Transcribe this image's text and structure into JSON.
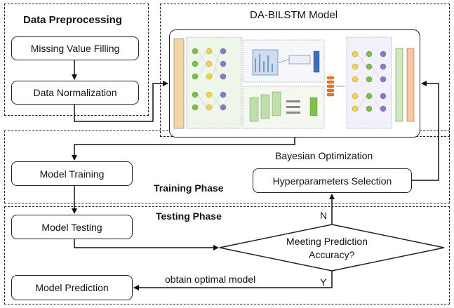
{
  "sections": {
    "preprocessing_title": "Data Preprocessing",
    "model_title": "DA-BILSTM Model",
    "training_phase": "Training Phase",
    "testing_phase": "Testing Phase"
  },
  "boxes": {
    "missing_value": "Missing Value Filling",
    "normalization": "Data Normalization",
    "model_training": "Model Training",
    "hyperparameters": "Hyperparameters Selection",
    "model_testing": "Model Testing",
    "model_prediction": "Model Prediction"
  },
  "decision": {
    "line1": "Meeting Prediction",
    "line2": "Accuracy?"
  },
  "edge_labels": {
    "bayesian": "Bayesian Optimization",
    "no": "N",
    "yes": "Y",
    "optimal": "obtain optimal model"
  },
  "colors": {
    "encoder_green": "#7fbf4d",
    "attention_blue": "#3b6fb6",
    "lstm_orange": "#e07b2a",
    "decoder_purple": "#8a7cc4"
  }
}
